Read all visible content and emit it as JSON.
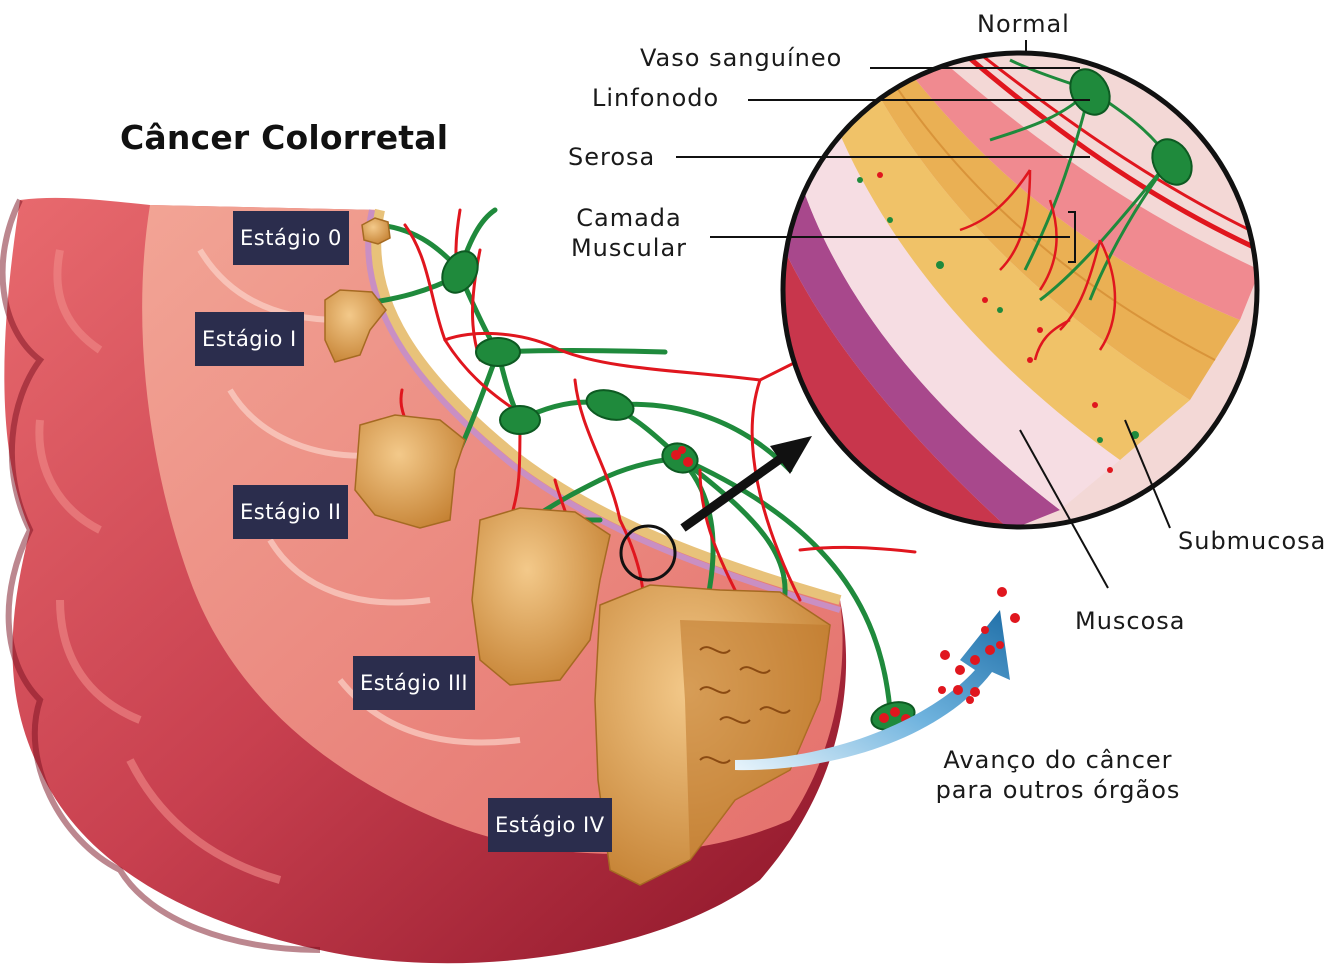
{
  "title": "Câncer Colorretal",
  "stages": [
    "Estágio 0",
    "Estágio I",
    "Estágio II",
    "Estágio III",
    "Estágio IV"
  ],
  "labels": {
    "normal": "Normal",
    "blood_vessel": "Vaso sanguíneo",
    "lymph_node": "Linfonodo",
    "serosa": "Serosa",
    "muscle_layer_line1": "Camada",
    "muscle_layer_line2": "Muscular",
    "submucosa": "Submucosa",
    "mucosa": "Muscosa",
    "spread_line1": "Avanço do câncer",
    "spread_line2": "para outros órgãos"
  },
  "colors": {
    "colon_dark": "#9c1a30",
    "colon_mid": "#c8404f",
    "colon_light": "#f09a8e",
    "tumor": "#d9a04a",
    "lymph_green": "#1f8a3c",
    "vessel_red": "#e0161e",
    "stage_box": "#2b2d4d",
    "arrow_blue": "#3a8fc8"
  }
}
